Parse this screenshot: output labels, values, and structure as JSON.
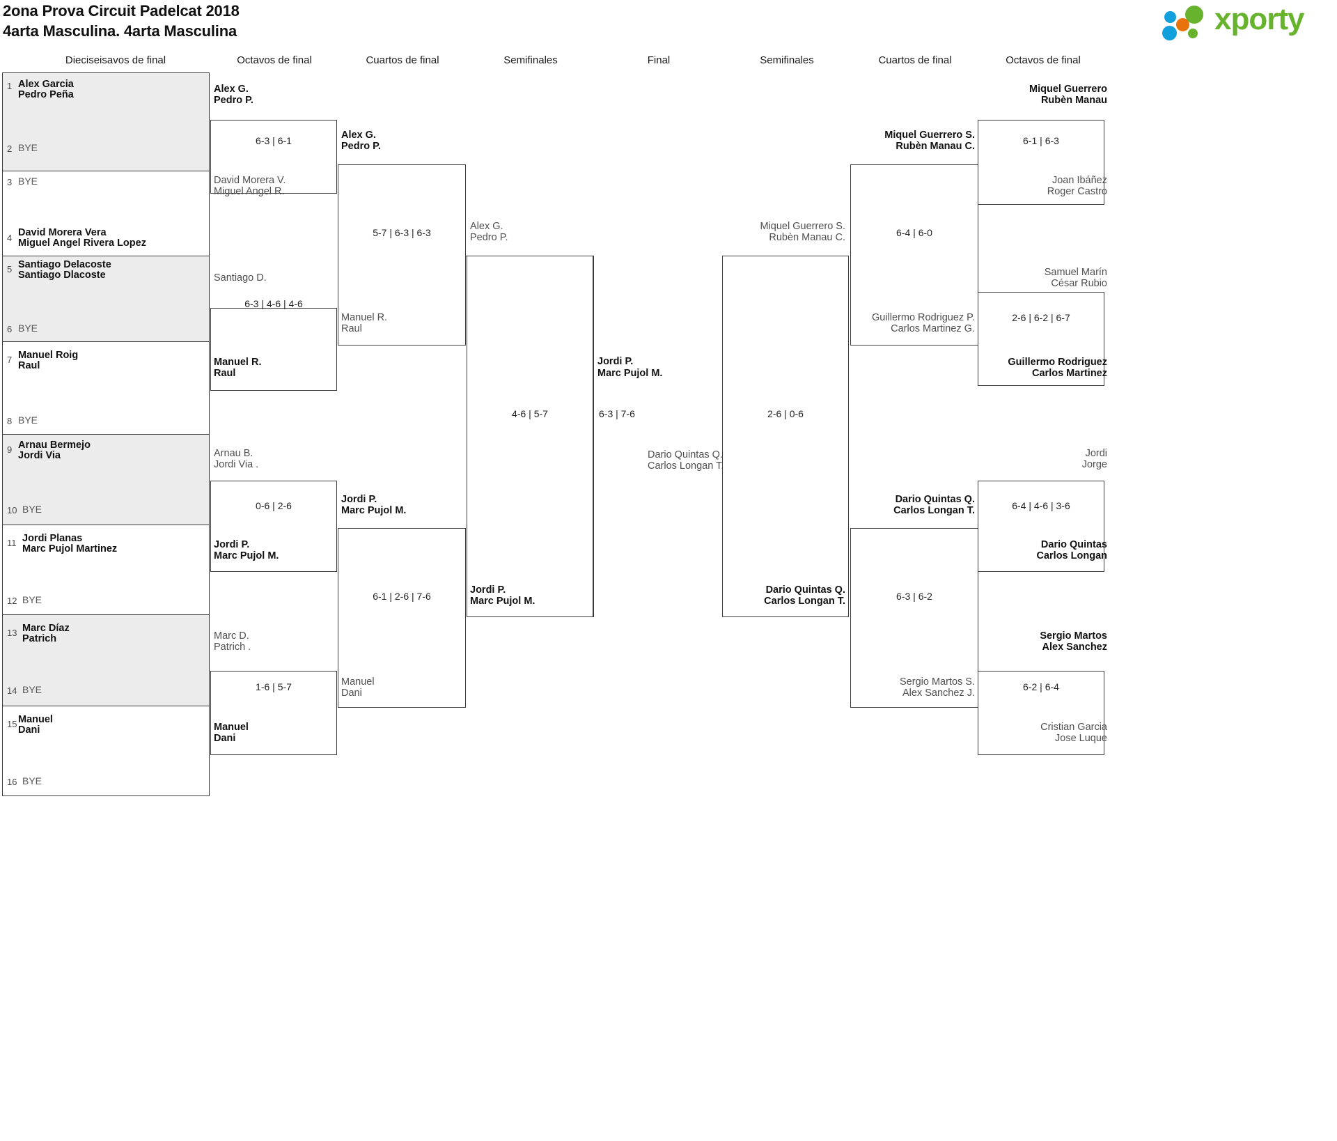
{
  "header": {
    "title_line1": "2ona Prova Circuit Padelcat 2018",
    "title_line2": "4arta Masculina. 4arta Masculina",
    "logo_text": "xporty",
    "logo_colors": {
      "green": "#67b32e",
      "blue": "#12a0dd",
      "orange": "#e8730c"
    }
  },
  "rounds": [
    {
      "label": "Dieciseisavos de final"
    },
    {
      "label": "Octavos de final"
    },
    {
      "label": "Cuartos de final"
    },
    {
      "label": "Semifinales"
    },
    {
      "label": "Final"
    },
    {
      "label": "Semifinales"
    },
    {
      "label": "Cuartos de final"
    },
    {
      "label": "Octavos de final"
    }
  ],
  "left": {
    "seeds": [
      {
        "num": "1",
        "p1": "Alex Garcia",
        "p2": "Pedro Peña",
        "bye": false,
        "winner": true
      },
      {
        "num": "2",
        "p1": "BYE",
        "p2": "",
        "bye": true,
        "winner": false
      },
      {
        "num": "3",
        "p1": "BYE",
        "p2": "",
        "bye": true,
        "winner": false
      },
      {
        "num": "4",
        "p1": "David Morera Vera",
        "p2": "Miguel Angel Rivera Lopez",
        "bye": false,
        "winner": true
      },
      {
        "num": "5",
        "p1": "Santiago Delacoste",
        "p2": "Santiago Dlacoste",
        "bye": false,
        "winner": true
      },
      {
        "num": "6",
        "p1": "BYE",
        "p2": "",
        "bye": true,
        "winner": false
      },
      {
        "num": "7",
        "p1": "Manuel Roig",
        "p2": "Raul",
        "bye": false,
        "winner": true
      },
      {
        "num": "8",
        "p1": "BYE",
        "p2": "",
        "bye": true,
        "winner": false
      },
      {
        "num": "9",
        "p1": "Arnau Bermejo",
        "p2": "Jordi Via",
        "bye": false,
        "winner": true
      },
      {
        "num": "10",
        "p1": "BYE",
        "p2": "",
        "bye": true,
        "winner": false
      },
      {
        "num": "11",
        "p1": "Jordi Planas",
        "p2": "Marc Pujol Martinez",
        "bye": false,
        "winner": true
      },
      {
        "num": "12",
        "p1": "BYE",
        "p2": "",
        "bye": true,
        "winner": false
      },
      {
        "num": "13",
        "p1": "Marc Díaz",
        "p2": "Patrich",
        "bye": false,
        "winner": true
      },
      {
        "num": "14",
        "p1": "BYE",
        "p2": "",
        "bye": true,
        "winner": false
      },
      {
        "num": "15",
        "p1": "Manuel",
        "p2": "Dani",
        "bye": false,
        "winner": true
      },
      {
        "num": "16",
        "p1": "BYE",
        "p2": "",
        "bye": true,
        "winner": false
      }
    ],
    "octavos": [
      {
        "top_p1": "Alex G.",
        "top_p2": "Pedro P.",
        "top_result": "win",
        "bot_p1": "David Morera V.",
        "bot_p2": "Miguel Angel R.",
        "bot_result": "lose",
        "score": "6-3 | 6-1"
      },
      {
        "top_p1": "Santiago D.",
        "top_p2": "",
        "top_result": "lose",
        "bot_p1": "Manuel R.",
        "bot_p2": "Raul",
        "bot_result": "win",
        "score": "6-3 | 4-6 | 4-6"
      },
      {
        "top_p1": "Arnau B.",
        "top_p2": "Jordi Via .",
        "top_result": "lose",
        "bot_p1": "Jordi P.",
        "bot_p2": "Marc Pujol M.",
        "bot_result": "win",
        "score": "0-6 | 2-6"
      },
      {
        "top_p1": "Marc D.",
        "top_p2": "Patrich .",
        "top_result": "lose",
        "bot_p1": "Manuel",
        "bot_p2": "Dani",
        "bot_result": "win",
        "score": "1-6 | 5-7"
      }
    ],
    "cuartos": [
      {
        "top_p1": "Alex G.",
        "top_p2": "Pedro P.",
        "top_result": "win",
        "bot_p1": "Manuel R.",
        "bot_p2": "Raul",
        "bot_result": "lose",
        "score": "5-7 | 6-3 | 6-3"
      },
      {
        "top_p1": "Jordi P.",
        "top_p2": "Marc Pujol M.",
        "top_result": "win",
        "bot_p1": "Manuel",
        "bot_p2": "Dani",
        "bot_result": "lose",
        "score": "6-1 | 2-6 | 7-6"
      }
    ],
    "semifinal": {
      "top_p1": "Alex G.",
      "top_p2": "Pedro P.",
      "top_result": "lose",
      "bot_p1": "Jordi P.",
      "bot_p2": "Marc Pujol M.",
      "bot_result": "win",
      "score": "4-6 | 5-7"
    }
  },
  "final": {
    "left_p1": "Jordi P.",
    "left_p2": "Marc Pujol M.",
    "right_p1": "Dario Quintas Q.",
    "right_p2": "Carlos Longan T.",
    "score": "6-3 | 7-6"
  },
  "right": {
    "semifinal": {
      "top_p1": "Miquel Guerrero S.",
      "top_p2": "Rubèn Manau C.",
      "top_result": "lose",
      "bot_p1": "Dario Quintas Q.",
      "bot_p2": "Carlos Longan T.",
      "bot_result": "win",
      "score": "2-6 | 0-6"
    },
    "cuartos": [
      {
        "top_p1": "Miquel Guerrero S.",
        "top_p2": "Rubèn Manau C.",
        "top_result": "win",
        "bot_p1": "Guillermo Rodriguez P.",
        "bot_p2": "Carlos Martinez G.",
        "bot_result": "lose",
        "score": "6-4 | 6-0"
      },
      {
        "top_p1": "Dario Quintas Q.",
        "top_p2": "Carlos Longan T.",
        "top_result": "win",
        "bot_p1": "Sergio Martos S.",
        "bot_p2": "Alex Sanchez J.",
        "bot_result": "lose",
        "score": "6-3 | 6-2"
      }
    ],
    "octavos": [
      {
        "top_p1": "Miquel Guerrero",
        "top_p2": "Rubèn Manau",
        "top_result": "win",
        "bot_p1": "Joan Ibáñez",
        "bot_p2": "Roger Castro",
        "bot_result": "lose",
        "score": "6-1 | 6-3"
      },
      {
        "top_p1": "Samuel Marín",
        "top_p2": "César Rubio",
        "top_result": "lose",
        "bot_p1": "Guillermo Rodriguez",
        "bot_p2": "Carlos Martinez",
        "bot_result": "win",
        "score": "2-6 | 6-2 | 6-7"
      },
      {
        "top_p1": "Jordi",
        "top_p2": "Jorge",
        "top_result": "lose",
        "bot_p1": "Dario Quintas",
        "bot_p2": "Carlos Longan",
        "bot_result": "win",
        "score": "6-4 | 4-6 | 3-6"
      },
      {
        "top_p1": "Sergio Martos",
        "top_p2": "Alex Sanchez",
        "top_result": "win",
        "bot_p1": "Cristian Garcia",
        "bot_p2": "Jose Luque",
        "bot_result": "lose",
        "score": "6-2 | 6-4"
      }
    ]
  }
}
